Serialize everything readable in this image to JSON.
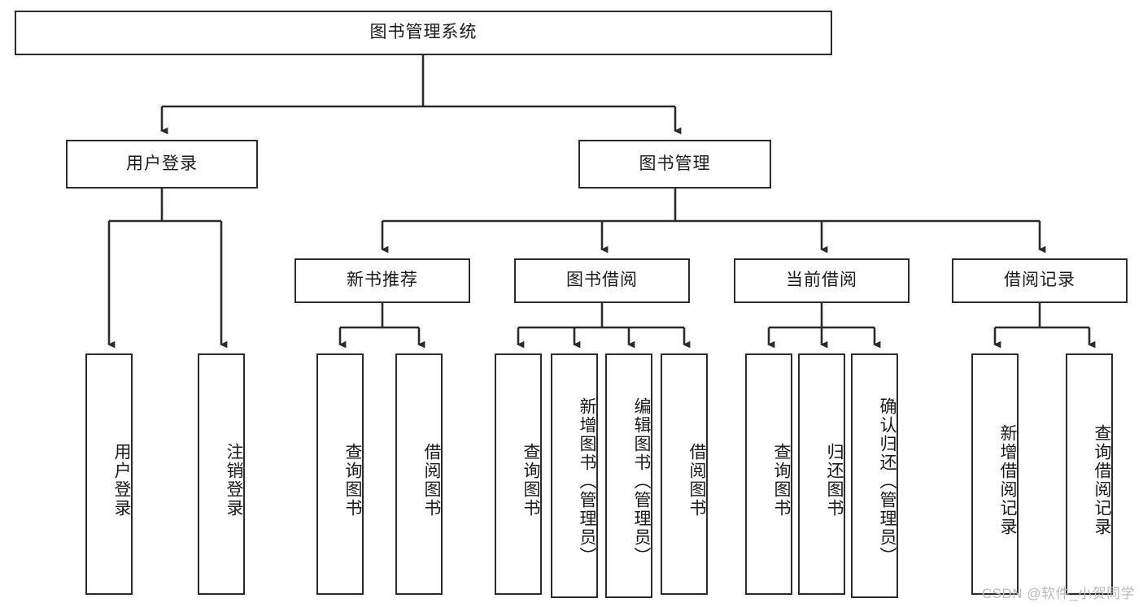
{
  "diagram": {
    "title": "图书管理系统",
    "type": "tree-hierarchy",
    "watermark": "CSDN @软件_小贺同学",
    "colors": {
      "stroke": "#2b2b2b",
      "fill": "#ffffff",
      "text": "#1a1a1a",
      "watermark": "#b9b9b9"
    },
    "nodes": {
      "root": {
        "label": "图书管理系统",
        "orientation": "horizontal"
      },
      "l1": [
        {
          "id": "user-login",
          "label": "用户登录",
          "orientation": "horizontal"
        },
        {
          "id": "book-management",
          "label": "图书管理",
          "orientation": "horizontal"
        }
      ],
      "l2": [
        {
          "id": "new-book-recommend",
          "label": "新书推荐",
          "orientation": "horizontal"
        },
        {
          "id": "book-borrow",
          "label": "图书借阅",
          "orientation": "horizontal"
        },
        {
          "id": "current-borrow",
          "label": "当前借阅",
          "orientation": "horizontal"
        },
        {
          "id": "borrow-record",
          "label": "借阅记录",
          "orientation": "horizontal"
        }
      ],
      "leaves": [
        {
          "id": "leaf-user-login",
          "label": "用户登录",
          "parent": "user-login",
          "orientation": "vertical"
        },
        {
          "id": "leaf-user-logout",
          "label": "注销登录",
          "parent": "user-login",
          "orientation": "vertical"
        },
        {
          "id": "leaf-query-book-1",
          "label": "查询图书",
          "parent": "new-book-recommend",
          "orientation": "vertical"
        },
        {
          "id": "leaf-borrow-book-1",
          "label": "借阅图书",
          "parent": "new-book-recommend",
          "orientation": "vertical"
        },
        {
          "id": "leaf-query-book-2",
          "label": "查询图书",
          "parent": "book-borrow",
          "orientation": "vertical"
        },
        {
          "id": "leaf-add-book",
          "label": "新增图书（管理员）",
          "parent": "book-borrow",
          "orientation": "vertical"
        },
        {
          "id": "leaf-edit-book",
          "label": "编辑图书（管理员）",
          "parent": "book-borrow",
          "orientation": "vertical"
        },
        {
          "id": "leaf-borrow-book-2",
          "label": "借阅图书",
          "parent": "book-borrow",
          "orientation": "vertical"
        },
        {
          "id": "leaf-query-book-3",
          "label": "查询图书",
          "parent": "current-borrow",
          "orientation": "vertical"
        },
        {
          "id": "leaf-return-book",
          "label": "归还图书",
          "parent": "current-borrow",
          "orientation": "vertical"
        },
        {
          "id": "leaf-confirm-return",
          "label": "确认归还（管理员）",
          "parent": "current-borrow",
          "orientation": "vertical"
        },
        {
          "id": "leaf-add-record",
          "label": "新增借阅记录",
          "parent": "borrow-record",
          "orientation": "vertical"
        },
        {
          "id": "leaf-query-record",
          "label": "查询借阅记录",
          "parent": "borrow-record",
          "orientation": "vertical"
        }
      ]
    }
  }
}
